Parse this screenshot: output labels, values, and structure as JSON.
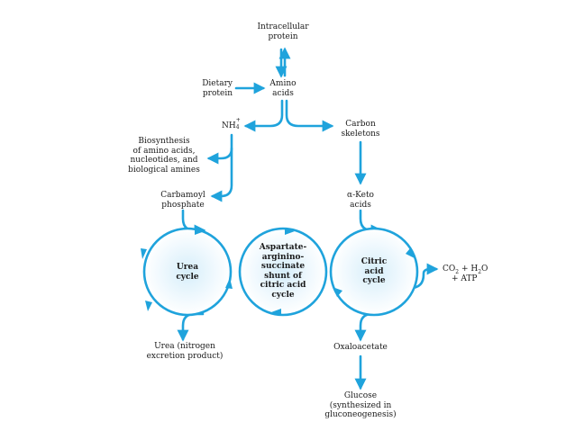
{
  "colors": {
    "arrow": "#1fa3dc",
    "circle_ring": "#1fa3dc",
    "circle_fill_center": "#e3f3fb",
    "text": "#1b1b1b"
  },
  "nodes": {
    "intracellular_protein": [
      "Intracellular",
      "protein"
    ],
    "dietary_protein": [
      "Dietary",
      "protein"
    ],
    "amino_acids": [
      "Amino",
      "acids"
    ],
    "ammonium": {
      "base": "NH",
      "sup": "+",
      "sub": "4"
    },
    "carbon_skeletons": [
      "Carbon",
      "skeletons"
    ],
    "biosynthesis": [
      "Biosynthesis",
      "of amino acids,",
      "nucleotides, and",
      "biological amines"
    ],
    "carbamoyl_phosphate": [
      "Carbamoyl",
      "phosphate"
    ],
    "alpha_keto_acids": [
      "α-Keto",
      "acids"
    ],
    "urea_cycle": [
      "Urea",
      "cycle"
    ],
    "shunt": [
      "Aspartate-",
      "arginino-",
      "succinate",
      "shunt of",
      "citric acid",
      "cycle"
    ],
    "citric_acid_cycle": [
      "Citric",
      "acid",
      "cycle"
    ],
    "co2_atp": {
      "co": "CO",
      "co_sub": "2",
      "plus_h": " + H",
      "h_sub": "2",
      "o": "O",
      "atp": "+ ATP"
    },
    "urea_product": [
      "Urea (nitrogen",
      "excretion product)"
    ],
    "oxaloacetate": [
      "Oxaloacetate"
    ],
    "glucose": [
      "Glucose",
      "(synthesized in",
      "gluconeogenesis)"
    ]
  }
}
